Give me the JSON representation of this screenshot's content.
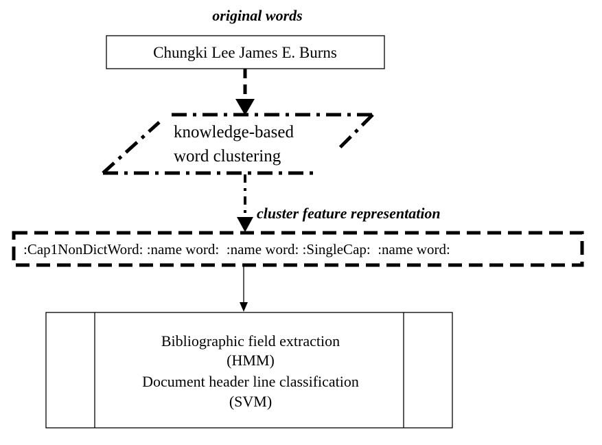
{
  "header": {
    "title": "original words"
  },
  "nodes": {
    "original_words": {
      "text": "Chungki Lee James E. Burns"
    },
    "clustering": {
      "line1": "knowledge-based",
      "line2": "word clustering"
    },
    "feature_label": {
      "text": "cluster feature representation"
    },
    "feature_box": {
      "text": ":Cap1NonDictWord: :name word:  :name word: :SingleCap:  :name word:"
    },
    "final_process": {
      "line1": "Bibliographic field extraction",
      "line2": "(HMM)",
      "line3": "Document header line classification",
      "line4": "(SVM)"
    }
  }
}
